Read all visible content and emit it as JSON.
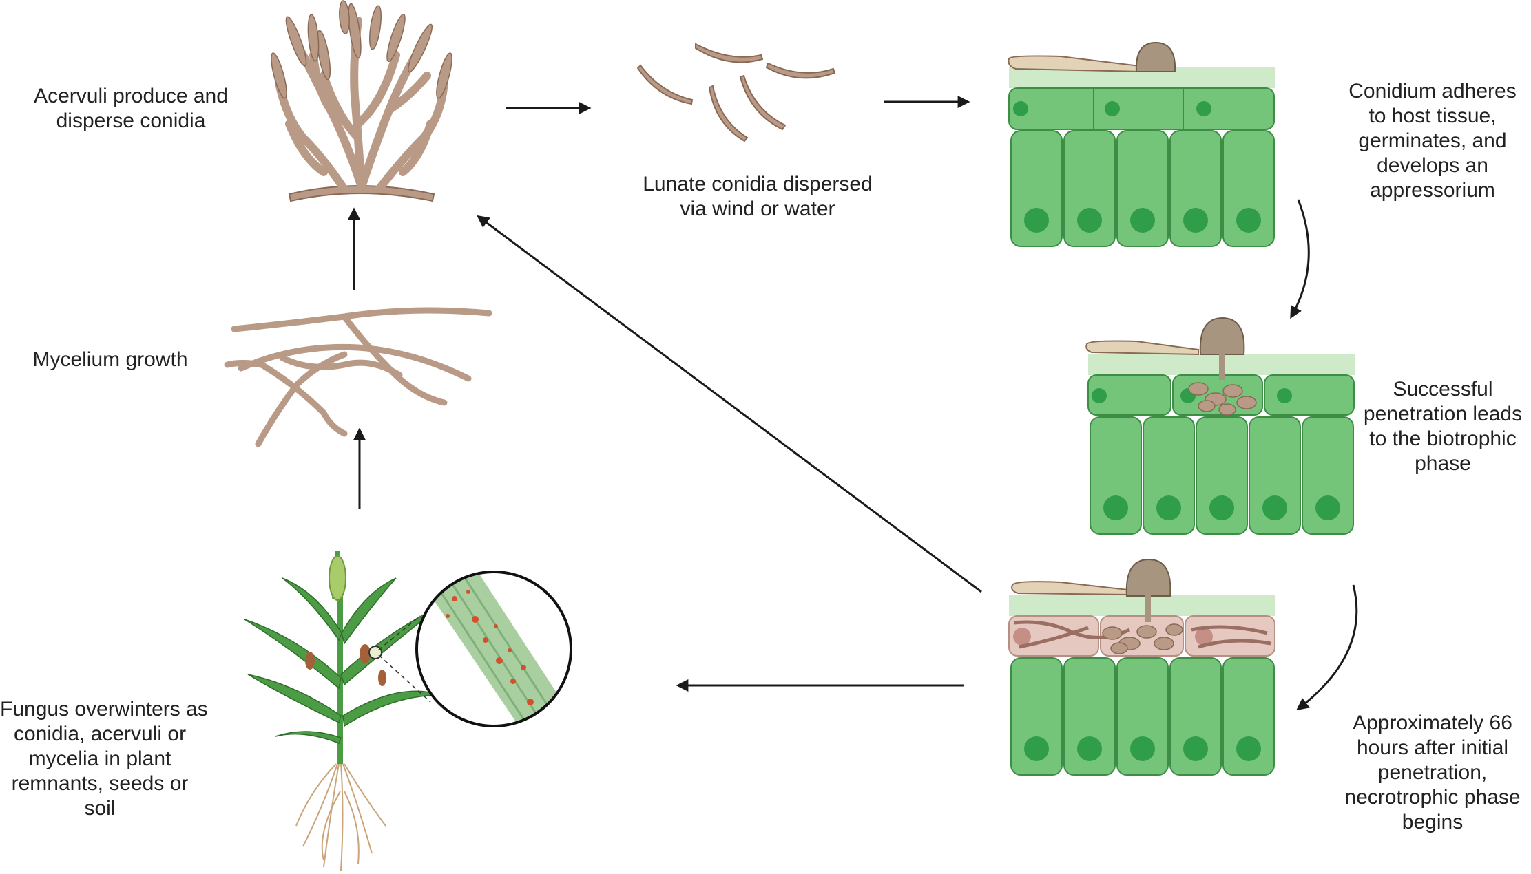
{
  "labels": {
    "acervuli": [
      "Acervuli produce and",
      "disperse conidia"
    ],
    "lunate": [
      "Lunate conidia dispersed",
      "via wind or water"
    ],
    "adheres": [
      "Conidium adheres",
      "to host tissue,",
      "germinates, and",
      "develops an",
      "appressorium"
    ],
    "mycelium": [
      "Mycelium growth"
    ],
    "biotrophic": [
      "Successful",
      "penetration leads",
      "to the biotrophic",
      "phase"
    ],
    "overwinter": [
      "Fungus overwinters as",
      "conidia, acervuli or",
      "mycelia in plant",
      "remnants, seeds or",
      "soil"
    ],
    "necrotrophic": [
      "Approximately 66",
      "hours after initial",
      "penetration,",
      "necrotrophic phase",
      "begins"
    ]
  },
  "colors": {
    "fungus": "#b89a86",
    "fungus_outline": "#8a6a55",
    "cell": "#74c47a",
    "cell_outline": "#3d8d47",
    "nucleus": "#2f9d4a",
    "cuticle": "#cfeac9",
    "necrotic_cell": "#e5c9c0",
    "necrotic_nucleus": "#c58f86",
    "appressorium": "#a89580",
    "leaf": "#4c9b45",
    "lesion": "#d4502a",
    "root": "#c9a57c",
    "arrow": "#1a1a1a"
  }
}
